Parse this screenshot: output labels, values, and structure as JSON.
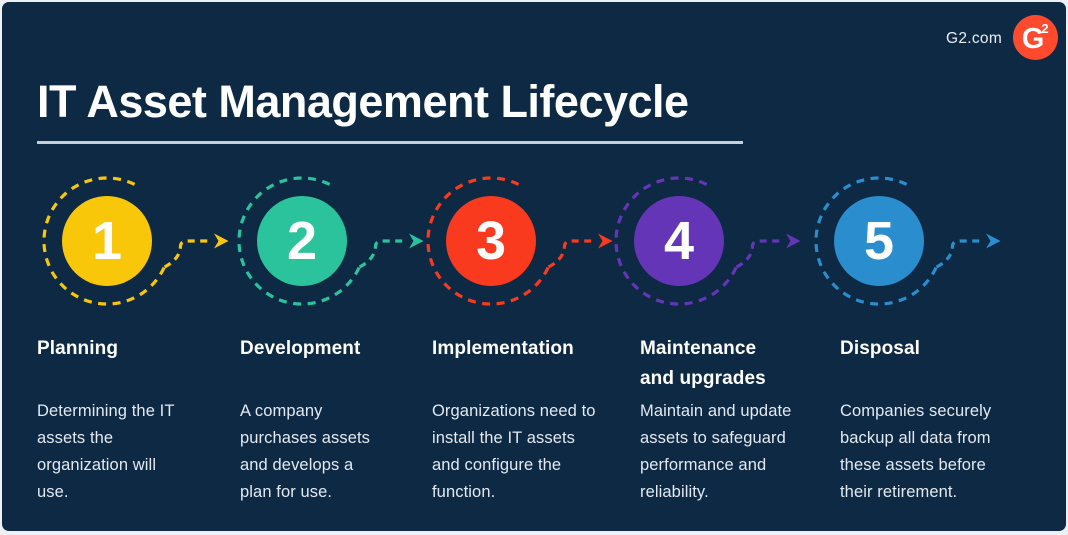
{
  "title": "IT Asset Management Lifecycle",
  "brand": {
    "site": "G2.com",
    "logo_letter": "G",
    "logo_sup": "2",
    "logo_color": "#FF4A2D"
  },
  "theme": {
    "background": "#0D2943",
    "heading_text": "#FFFFFF",
    "body_text": "#E3E9F1",
    "underline": "#C3CFDA"
  },
  "steps": [
    {
      "number": "1",
      "color": "#F8C70A",
      "heading": "Planning",
      "description": "Determining the IT assets the organization will use."
    },
    {
      "number": "2",
      "color": "#2BC39C",
      "heading": "Development",
      "description": "A company purchases assets and develops a plan for use."
    },
    {
      "number": "3",
      "color": "#FA3A1E",
      "heading": "Implementation",
      "description": "Organizations need to install the IT assets and configure the function."
    },
    {
      "number": "4",
      "color": "#6436B7",
      "heading": "Maintenance and upgrades",
      "description": "Maintain and update assets to safeguard performance and reliability."
    },
    {
      "number": "5",
      "color": "#2A8DCE",
      "heading": "Disposal",
      "description": "Companies securely backup all data from these assets before their retirement."
    }
  ]
}
